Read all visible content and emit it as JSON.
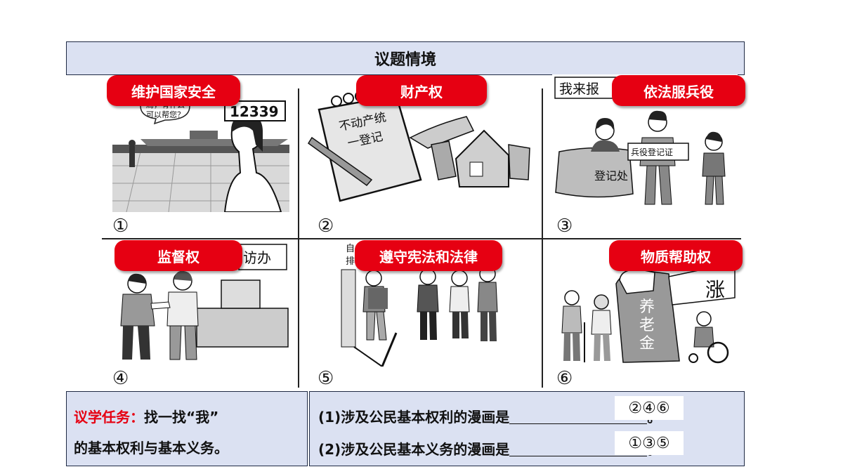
{
  "header": {
    "title": "议题情境"
  },
  "panels": [
    {
      "number": "①",
      "tag": "维护国家安全",
      "texts": {
        "hotline": "12339",
        "bubble_line1": "局，有什么",
        "bubble_line2": "可以帮您？"
      }
    },
    {
      "number": "②",
      "tag": "财产权",
      "texts": {
        "notebook_line1": "不动产统",
        "notebook_line2": "一登记"
      }
    },
    {
      "number": "③",
      "tag": "依法服兵役",
      "texts": {
        "sign": "我来报",
        "certificate": "兵役登记证",
        "desk": "登记处"
      }
    },
    {
      "number": "④",
      "tag": "监督权",
      "texts": {
        "sign": "访办"
      }
    },
    {
      "number": "⑤",
      "tag": "遵守宪法和法律",
      "texts": {
        "sign_line1": "自",
        "sign_line2": "排"
      }
    },
    {
      "number": "⑥",
      "tag": "物质帮助权",
      "texts": {
        "rise": "涨",
        "pension_1": "养",
        "pension_2": "老",
        "pension_3": "金"
      }
    }
  ],
  "task": {
    "label": "议学任务：",
    "line1_rest": "找一找“我”",
    "line2": "的基本权利与基本义务。"
  },
  "questions": [
    {
      "text": "(1)涉及公民基本权利的漫画是",
      "answer": "②④⑥",
      "end": "。"
    },
    {
      "text": "(2)涉及公民基本义务的漫画是",
      "answer": "①③⑤",
      "end": "。"
    }
  ],
  "colors": {
    "accent_red": "#e60012",
    "panel_blue": "#dbe1f2",
    "border": "#1f2a44"
  }
}
